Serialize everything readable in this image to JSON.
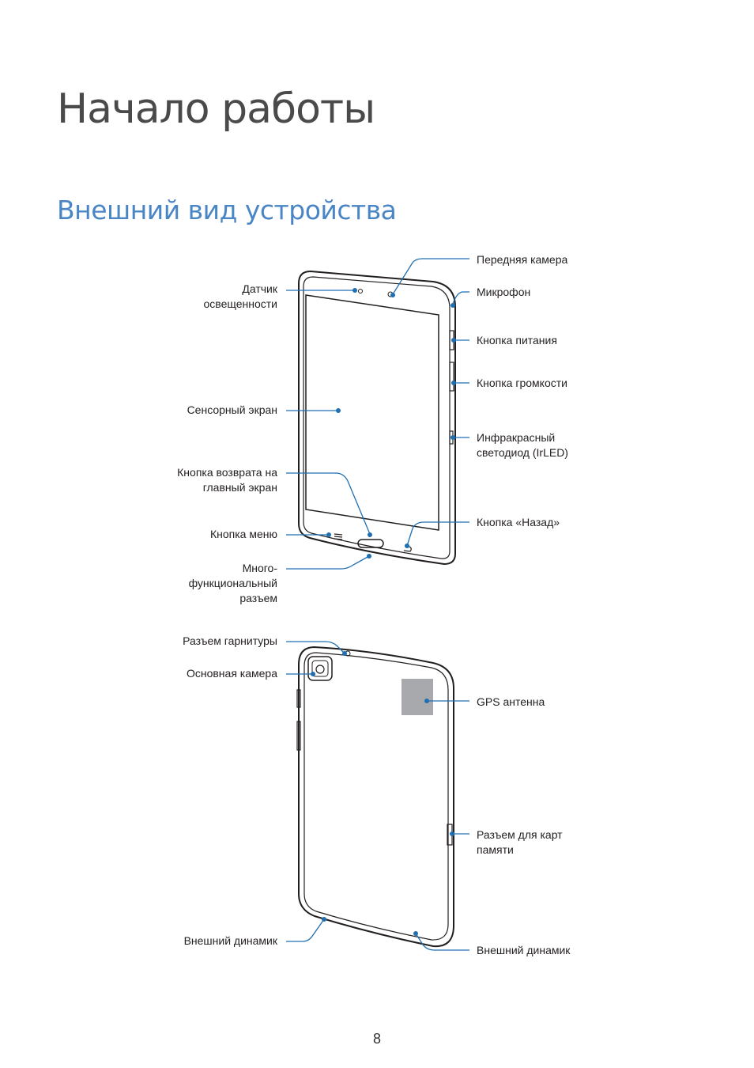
{
  "chapter_title": "Начало работы",
  "section_title": "Внешний вид устройства",
  "front_labels": {
    "front_camera": "Передняя камера",
    "microphone": "Микрофон",
    "power_button": "Кнопка питания",
    "volume_button": "Кнопка громкости",
    "irled_line1": "Инфракрасный",
    "irled_line2": "светодиод (IrLED)",
    "back_button": "Кнопка «Назад»",
    "light_sensor_line1": "Датчик",
    "light_sensor_line2": "освещенности",
    "touchscreen": "Сенсорный экран",
    "home_button_line1": "Кнопка возврата на",
    "home_button_line2": "главный экран",
    "menu_button": "Кнопка меню",
    "multipurpose_line1": "Много-",
    "multipurpose_line2": "функциональный",
    "multipurpose_line3": "разъем"
  },
  "back_labels": {
    "headset_jack": "Разъем гарнитуры",
    "rear_camera": "Основная камера",
    "gps_antenna": "GPS антенна",
    "memory_card_line1": "Разъем для карт",
    "memory_card_line2": "памяти",
    "speaker_left": "Внешний динамик",
    "speaker_right": "Внешний динамик"
  },
  "page_number": "8",
  "colors": {
    "callout": "#1f6fb2",
    "section_title": "#4a86c5",
    "device_outline": "#231f20"
  }
}
